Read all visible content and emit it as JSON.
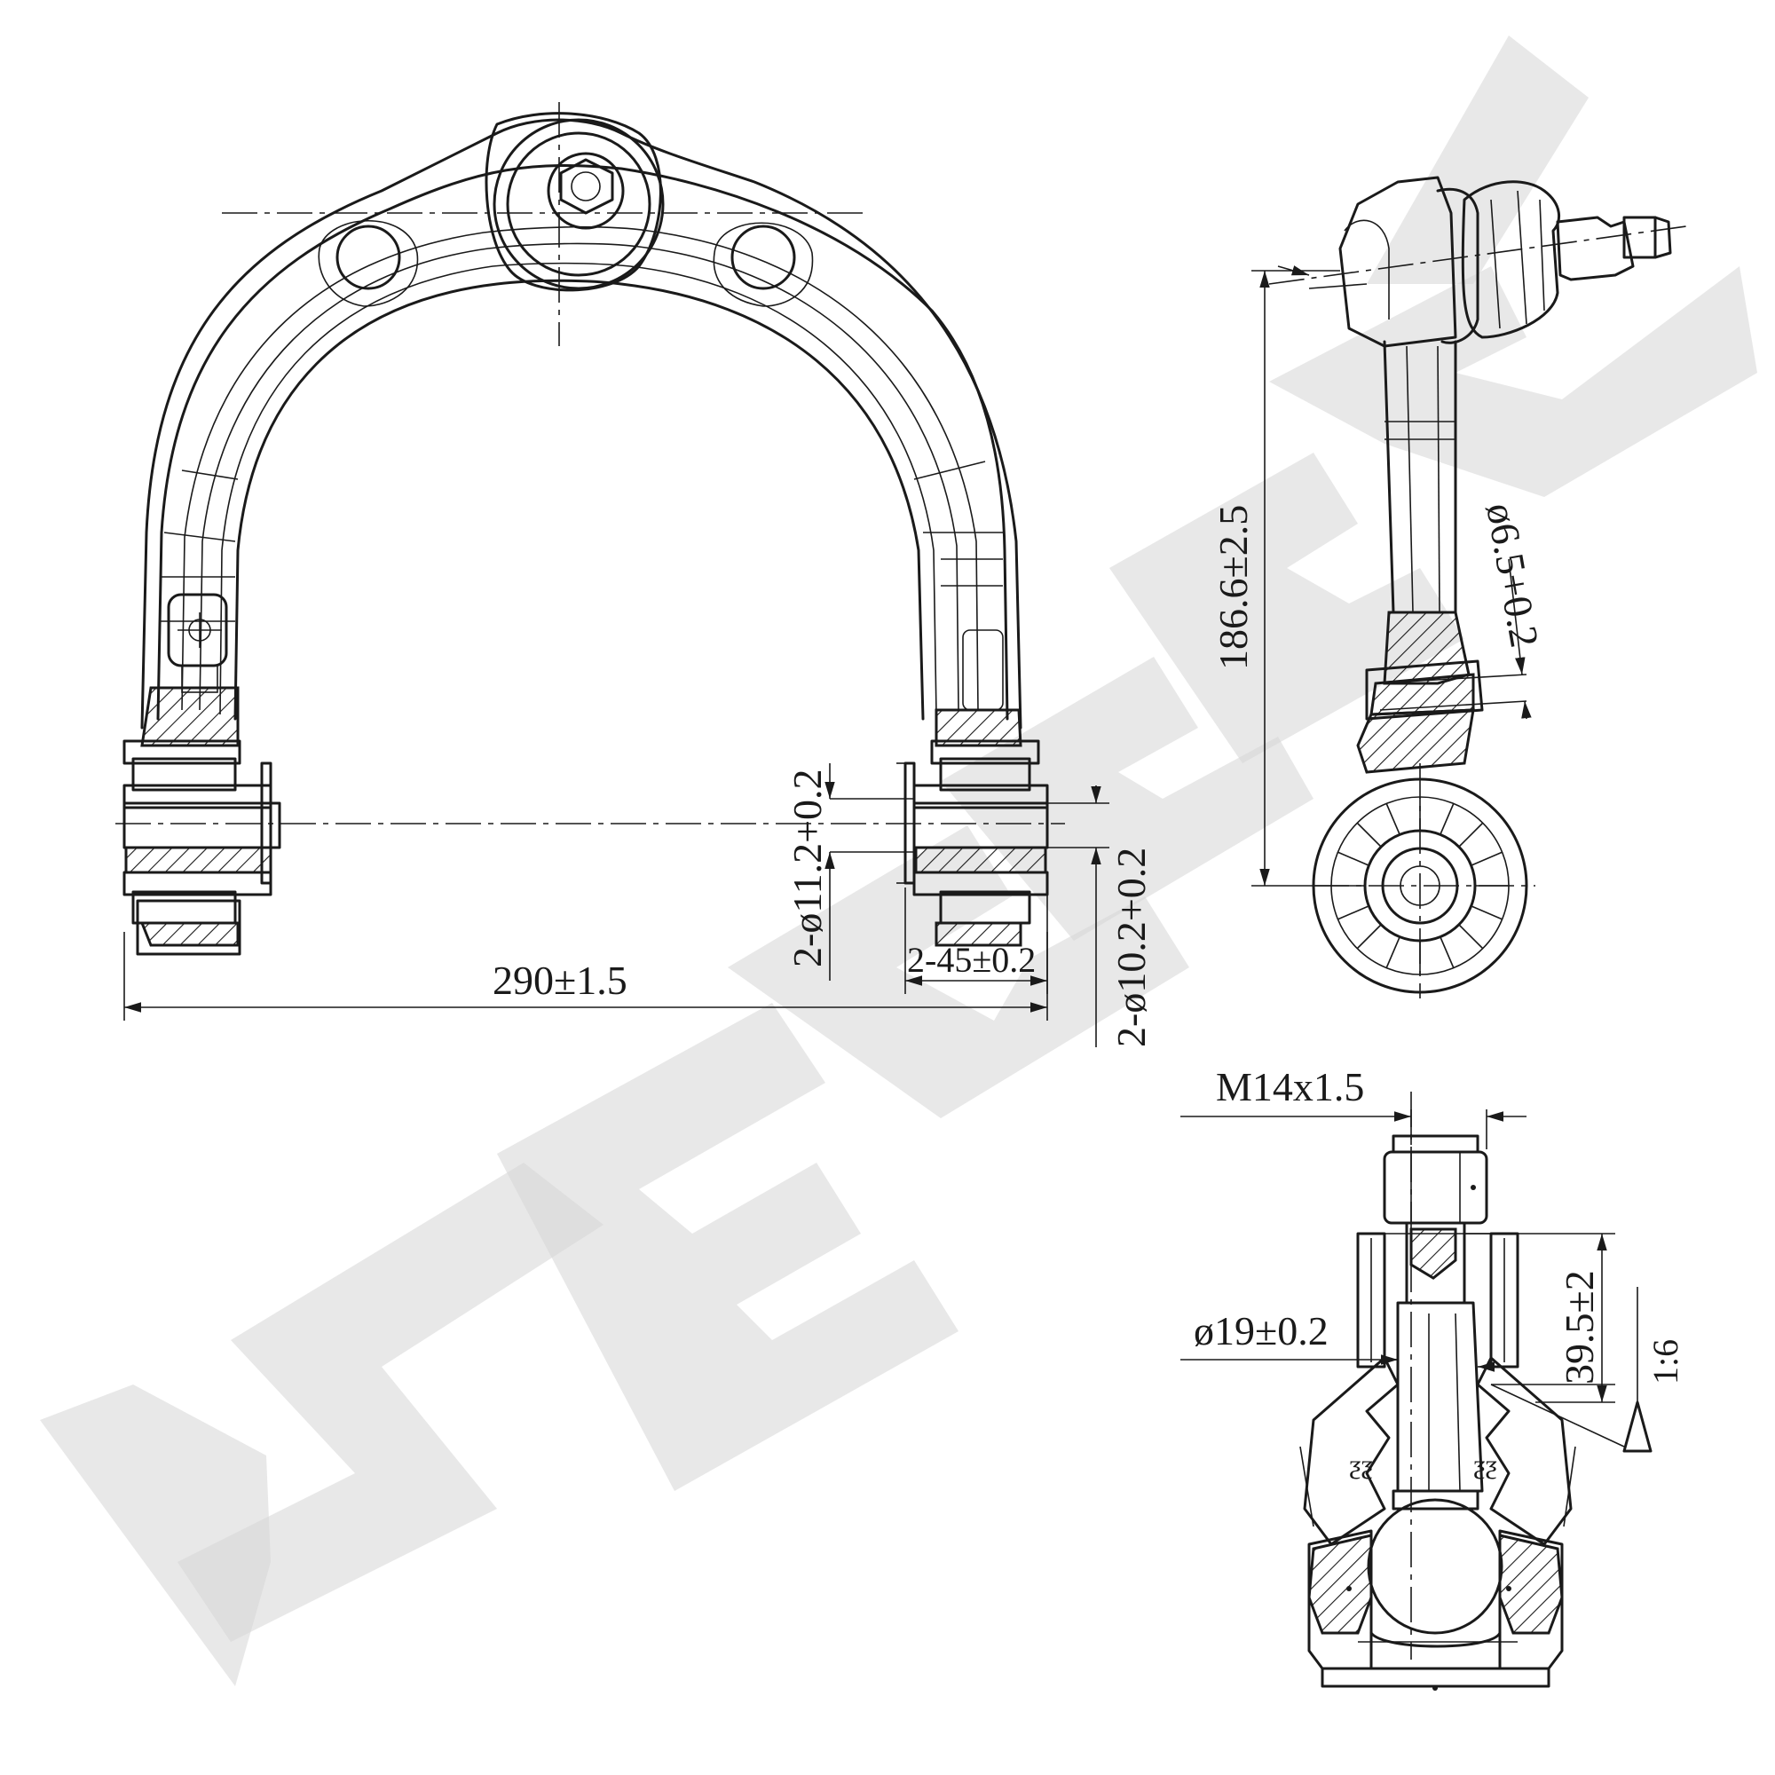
{
  "colors": {
    "line": "#1a1a1a",
    "watermark": "#d6d6d6",
    "background": "#ffffff"
  },
  "dimensions": {
    "overall_width": "290±1.5",
    "bushing_length": "2-45±0.2",
    "bore_left": "2-ø11.2+0.2",
    "bore_right": "2-ø10.2+0.2",
    "arm_height": "186.6±2.5",
    "stud_diameter": "ø6.5+0.2",
    "thread": "M14x1.5",
    "taper_length": "39.5±2",
    "taper_diameter": "ø19±0.2",
    "taper_ratio": "1:6"
  }
}
